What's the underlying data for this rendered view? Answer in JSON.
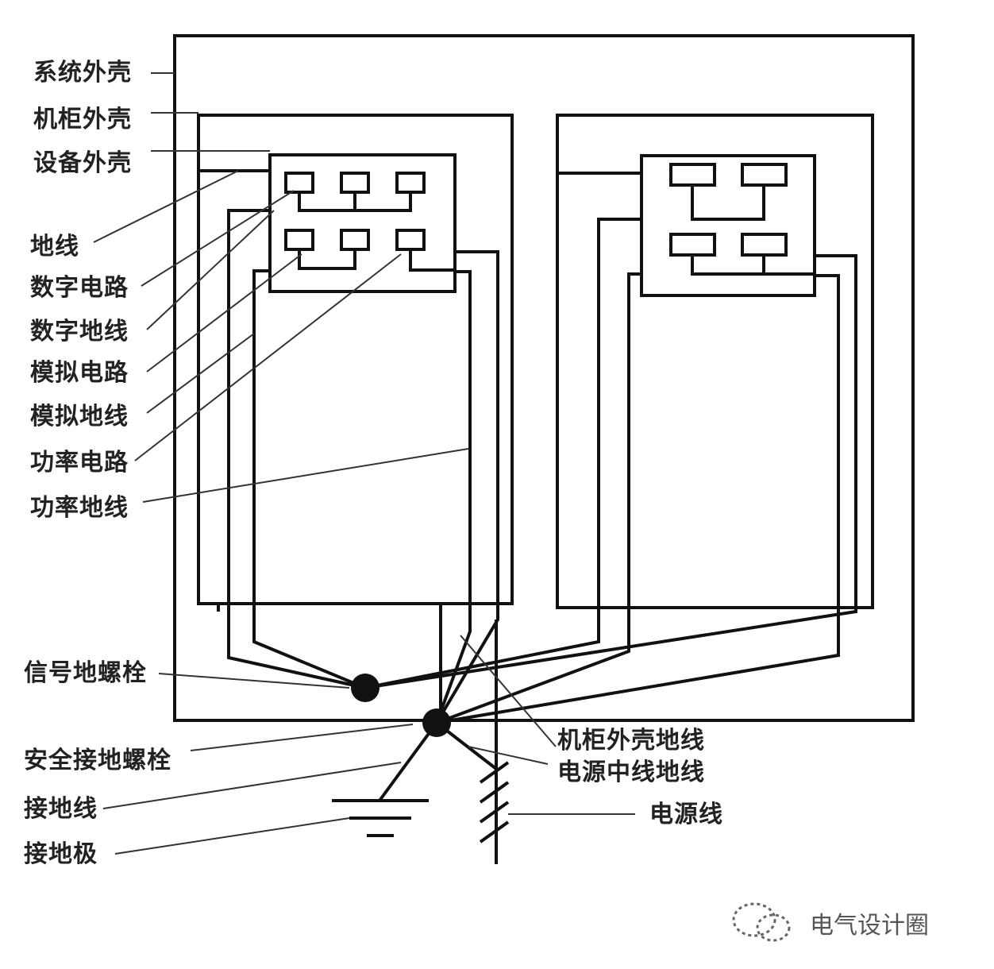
{
  "labels": {
    "system_enclosure": "系统外壳",
    "cabinet_enclosure": "机柜外壳",
    "device_enclosure": "设备外壳",
    "ground_wire": "地线",
    "digital_circuit": "数字电路",
    "digital_ground": "数字地线",
    "analog_circuit": "模拟电路",
    "analog_ground": "模拟地线",
    "power_circuit": "功率电路",
    "power_ground": "功率地线",
    "signal_ground_bolt": "信号地螺栓",
    "safety_ground_bolt": "安全接地螺栓",
    "grounding_wire": "接地线",
    "grounding_electrode": "接地极",
    "cabinet_shell_ground": "机柜外壳地线",
    "power_neutral_ground": "电源中线地线",
    "power_line": "电源线"
  },
  "watermark": {
    "text": "电气设计圈",
    "icon": "wechat-icon"
  },
  "colors": {
    "line": "#111111",
    "leader": "#333333",
    "background": "#ffffff"
  }
}
